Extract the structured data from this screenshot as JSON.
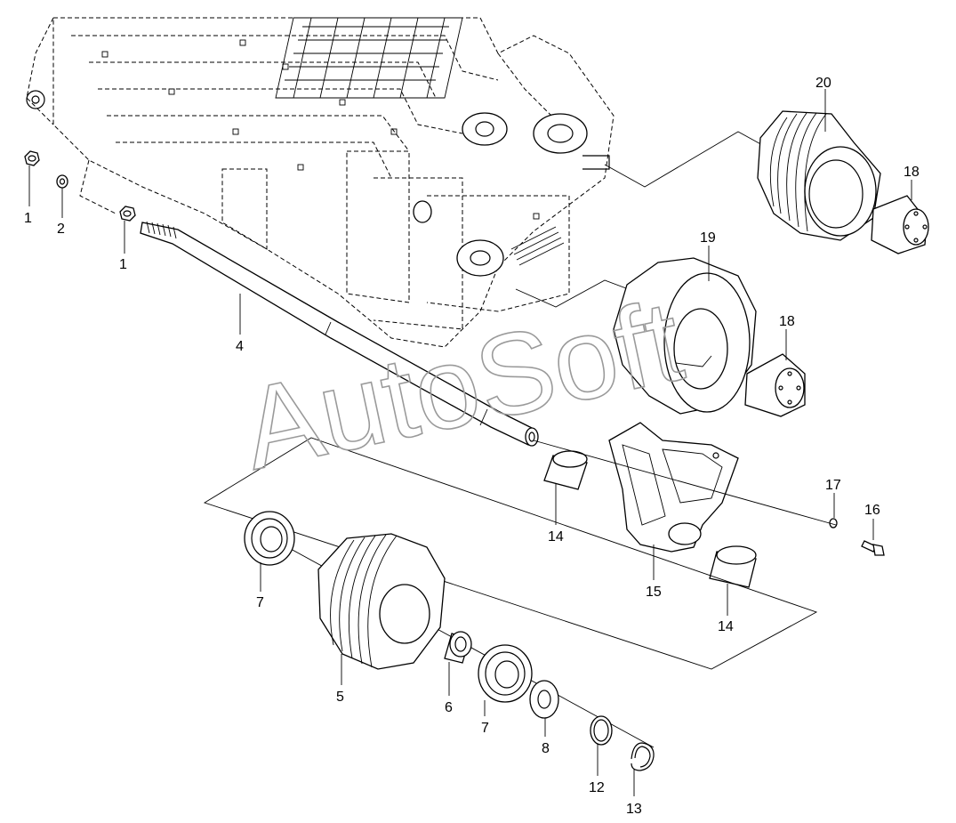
{
  "watermark": "AutoSoft",
  "callouts": {
    "c1a": "1",
    "c1b": "1",
    "c2": "2",
    "c4": "4",
    "c5": "5",
    "c6": "6",
    "c7a": "7",
    "c7b": "7",
    "c8": "8",
    "c12": "12",
    "c13": "13",
    "c14a": "14",
    "c14b": "14",
    "c15": "15",
    "c16": "16",
    "c17": "17",
    "c18a": "18",
    "c18b": "18",
    "c19": "19",
    "c20": "20"
  },
  "colors": {
    "line": "#000000",
    "background": "#ffffff",
    "watermark": "#9a9a9a"
  }
}
